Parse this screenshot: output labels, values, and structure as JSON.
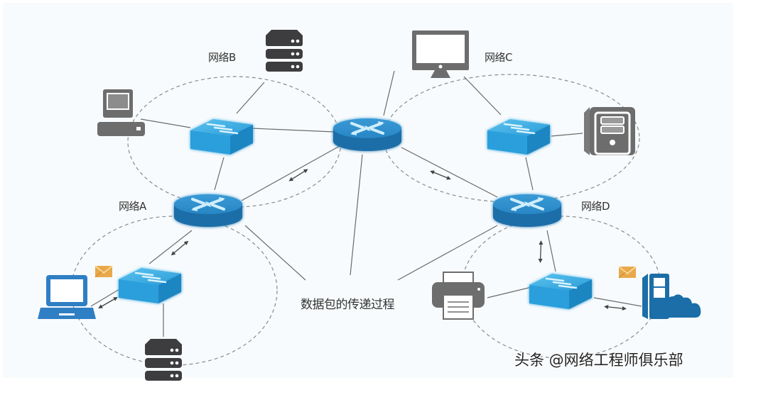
{
  "diagram": {
    "title": "数据包的传递过程",
    "networks": [
      {
        "id": "A",
        "label": "网络A"
      },
      {
        "id": "B",
        "label": "网络B"
      },
      {
        "id": "C",
        "label": "网络C"
      },
      {
        "id": "D",
        "label": "网络D"
      }
    ],
    "center_label": "数据包的传递过程",
    "watermark": "头条 @网络工程师俱乐部",
    "colors": {
      "router": "#1d77b5",
      "switch": "#2a9fdb",
      "device_gray": "#6d6d6d",
      "server_dark": "#3d3d3f",
      "laptop_blue": "#2f7fc4",
      "cloud_server": "#1b6ea8",
      "envelope": "#e9a94a",
      "dashed_ring": "#8a8a8a",
      "link": "#6a6a6a"
    },
    "nodes": [
      {
        "id": "router-center",
        "type": "router"
      },
      {
        "id": "router-a",
        "type": "router",
        "network": "A"
      },
      {
        "id": "router-d",
        "type": "router",
        "network": "D"
      },
      {
        "id": "switch-b",
        "type": "switch",
        "network": "B"
      },
      {
        "id": "switch-c",
        "type": "switch",
        "network": "C"
      },
      {
        "id": "switch-a",
        "type": "switch",
        "network": "A"
      },
      {
        "id": "switch-d",
        "type": "switch",
        "network": "D"
      },
      {
        "id": "server-b",
        "type": "rack-server",
        "network": "B"
      },
      {
        "id": "desktop-b",
        "type": "desktop-pc",
        "network": "B"
      },
      {
        "id": "monitor-c",
        "type": "monitor",
        "network": "C"
      },
      {
        "id": "tower-c",
        "type": "tower-server",
        "network": "C"
      },
      {
        "id": "laptop-a",
        "type": "laptop",
        "network": "A"
      },
      {
        "id": "server-a",
        "type": "rack-server",
        "network": "A"
      },
      {
        "id": "printer-d",
        "type": "printer",
        "network": "D"
      },
      {
        "id": "cloud-server-d",
        "type": "cloud-server",
        "network": "D"
      }
    ]
  }
}
